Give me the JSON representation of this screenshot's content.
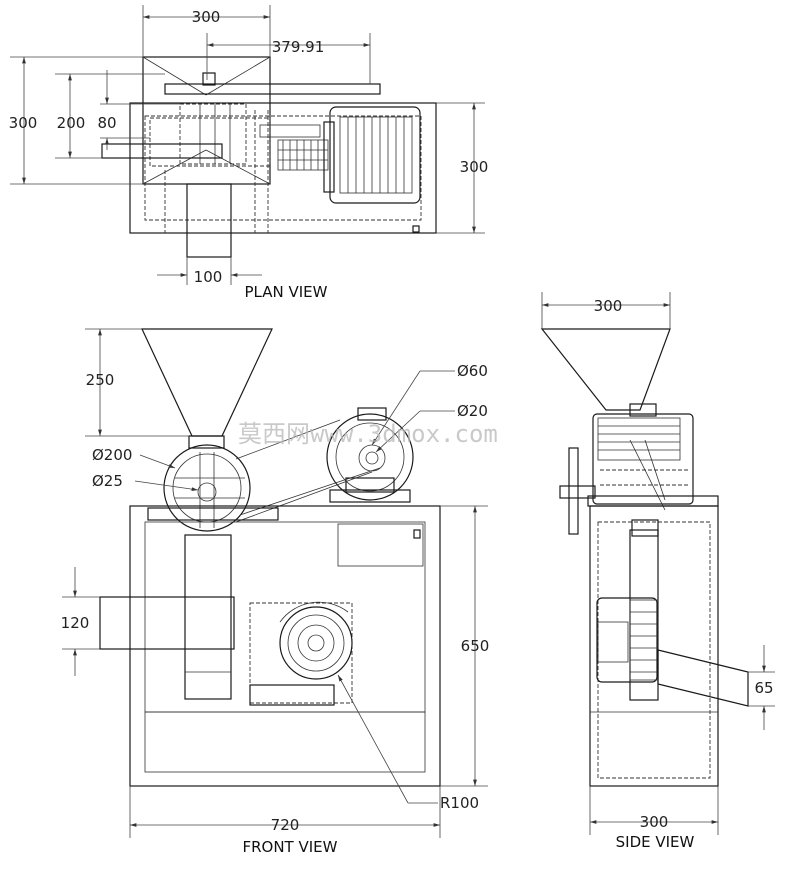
{
  "views": {
    "plan": {
      "title": "PLAN VIEW",
      "dims": {
        "top_width": "300",
        "offset": "379.91",
        "left_300": "300",
        "left_200": "200",
        "left_80": "80",
        "right_300": "300",
        "bottom_100": "100"
      }
    },
    "front": {
      "title": "FRONT VIEW",
      "dims": {
        "hopper_250": "250",
        "dia_200": "Ø200",
        "dia_25": "Ø25",
        "dia_60": "Ø60",
        "dia_20": "Ø20",
        "h_120": "120",
        "h_650": "650",
        "w_720": "720",
        "r_100": "R100"
      }
    },
    "side": {
      "title": "SIDE VIEW",
      "dims": {
        "top_300": "300",
        "bottom_300": "300",
        "h_65": "65"
      }
    }
  },
  "watermark": "莫西网www.3dmox.com"
}
